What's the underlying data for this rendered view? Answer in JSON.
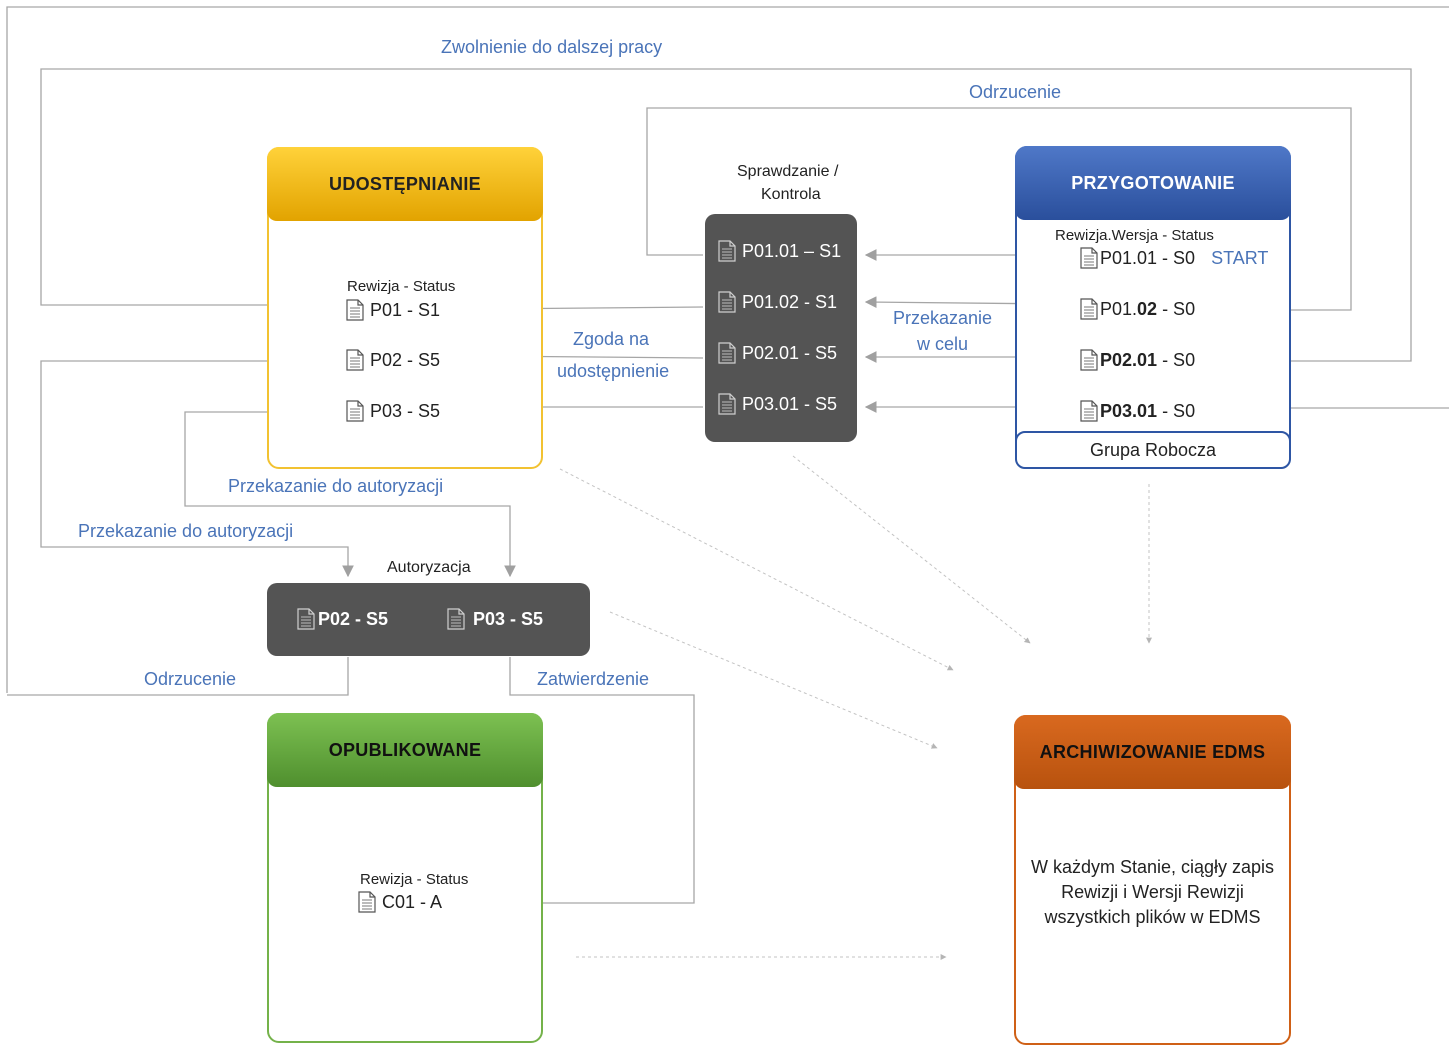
{
  "labels": {
    "zwolnienie": "Zwolnienie do dalszej pracy",
    "odrzucenie_top": "Odrzucenie",
    "sprawdzanie_line1": "Sprawdzanie /",
    "sprawdzanie_line2": "Kontrola",
    "zgoda_line1": "Zgoda na",
    "zgoda_line2": "udostępnienie",
    "przekazanie_line1": "Przekazanie",
    "przekazanie_line2": "w celu",
    "autoryzacja_1": "Przekazanie do autoryzacji",
    "autoryzacja_2": "Przekazanie do autoryzacji",
    "autoryzacja_title": "Autoryzacja",
    "odrzucenie_bottom": "Odrzucenie",
    "zatwierdzenie": "Zatwierdzenie"
  },
  "udostepnianie": {
    "title": "UDOSTĘPNIANIE",
    "header": "Rewizja  -  Status",
    "items": [
      "P01 -  S1",
      "P02 -  S5",
      "P03 -  S5"
    ]
  },
  "sprawdzanie": {
    "items": [
      "P01.01 – S1",
      "P01.02 -  S1",
      "P02.01 -  S5",
      "P03.01  - S5"
    ]
  },
  "przygotowanie": {
    "title": "PRZYGOTOWANIE",
    "header": "Rewizja.Wersja  -  Status",
    "item1": "P01.01 - S0",
    "start": "START",
    "item2_prefix": "P01.",
    "item2_bold": "02",
    "item2_suffix": " -  S0",
    "item3_bold": "P02.01",
    "item3_suffix": " -  S0",
    "item4_bold": "P03.01",
    "item4_suffix": "  - S0",
    "footer": "Grupa Robocza"
  },
  "autoryzacja": {
    "items": [
      "P02 -  S5",
      "P03  - S5"
    ]
  },
  "opublikowane": {
    "title": "OPUBLIKOWANE",
    "header": "Rewizja  -  Status",
    "item": "C01 - A"
  },
  "archiwizowanie": {
    "title": "ARCHIWIZOWANIE EDMS",
    "line1": "W każdym Stanie, ciągły zapis",
    "line2": "Rewizji i Wersji Rewizji",
    "line3": "wszystkich plików w EDMS"
  },
  "colors": {
    "label_blue": "#4a74b8",
    "line_gray": "#a0a0a0",
    "udostepnianie": "#f2c231",
    "przygotowanie": "#2e56a4",
    "opublikowane": "#74b24a",
    "archiwizowanie": "#cf6016",
    "dark_box": "#545454"
  },
  "icons": [
    "document-icon"
  ]
}
